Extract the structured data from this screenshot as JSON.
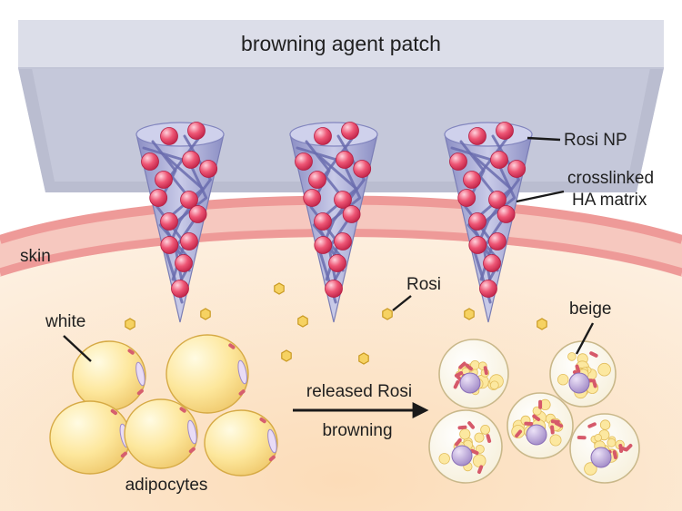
{
  "labels": {
    "patch": "browning agent patch",
    "skin": "skin",
    "rosi_np": "Rosi NP",
    "matrix_line1": "crosslinked",
    "matrix_line2": "HA matrix",
    "rosi": "Rosi",
    "white": "white",
    "beige": "beige",
    "released": "released Rosi",
    "browning": "browning",
    "adipocytes": "adipocytes"
  },
  "colors": {
    "background": "#ffffff",
    "tissue": "#fbe6cf",
    "skin_band": "#f2a3a0",
    "patch_top": "#d9dbe8",
    "patch_side": "#bdc1d3",
    "needle": "#a9abd6",
    "matrix_fiber": "#6e6fb0",
    "nanoparticle": "#e84a6a",
    "rosi_dot": "#f1c650",
    "white_adipocyte": "#fbe08a",
    "beige_nucleus": "#b8a2d6",
    "mitochondria": "#d9626e",
    "arrow": "#1a1a1a"
  },
  "icons": [
    "microneedle-icon",
    "nanoparticle-icon",
    "rosi-molecule-icon",
    "adipocyte-icon",
    "arrow-icon"
  ]
}
